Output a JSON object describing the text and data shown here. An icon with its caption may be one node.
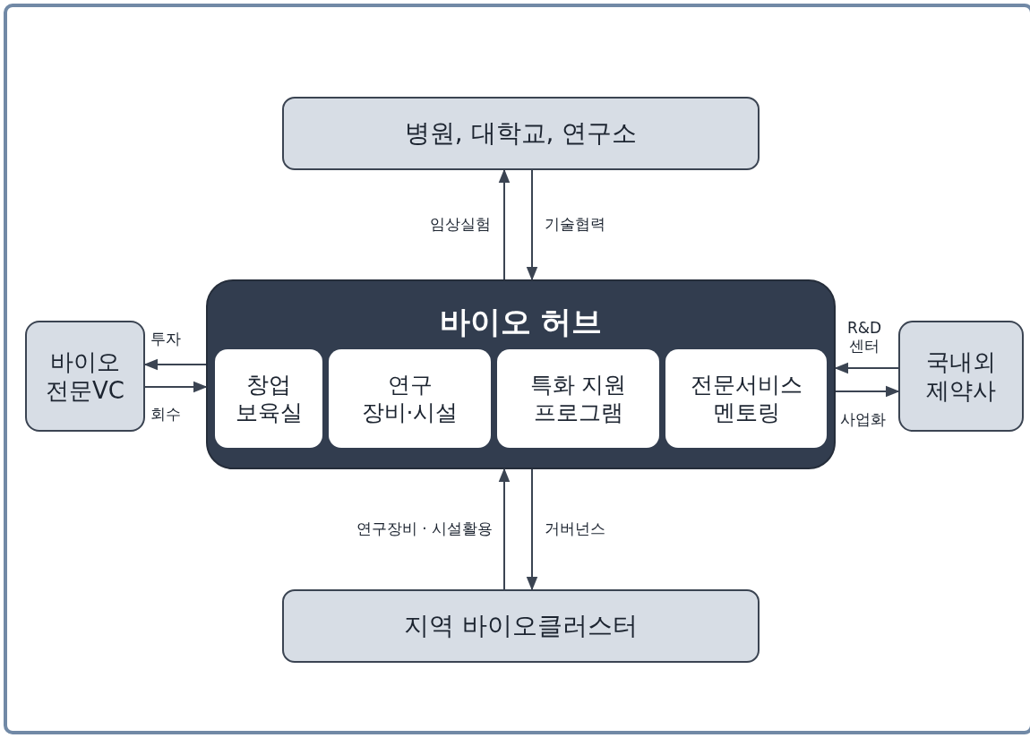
{
  "diagram": {
    "nodes": [
      {
        "text": [
          "병원, 대학교, 연구소"
        ]
      },
      {
        "text": [
          "바이오 허브"
        ]
      },
      {
        "text": [
          "창업 보육실"
        ],
        "in": 1
      },
      {
        "text": [
          "연구 장비·시설"
        ],
        "in": 1
      },
      {
        "text": [
          "특화 지원 프로그램"
        ],
        "in": 1
      },
      {
        "text": [
          "전문서비스 멘토링"
        ],
        "in": 1
      },
      {
        "text": [
          "바이오 전문VC"
        ]
      },
      {
        "text": [
          "국내외 제약사"
        ]
      },
      {
        "text": [
          "지역 바이오클러스터"
        ]
      }
    ],
    "edges": [
      {
        "from": 1,
        "to": 0,
        "arrow": "to",
        "label": "임상실험"
      },
      {
        "from": 0,
        "to": 1,
        "arrow": "to",
        "label": "기술협력"
      },
      {
        "from": 1,
        "to": 6,
        "arrow": "to",
        "label": "투자"
      },
      {
        "from": 6,
        "to": 1,
        "arrow": "to",
        "label": "회수"
      },
      {
        "from": 7,
        "to": 1,
        "arrow": "to",
        "label": "R&D 센터"
      },
      {
        "from": 1,
        "to": 7,
        "arrow": "to",
        "label": "사업화"
      },
      {
        "from": 8,
        "to": 1,
        "arrow": "to",
        "label": "연구장비 · 시설활용"
      },
      {
        "from": 1,
        "to": 8,
        "arrow": "to",
        "label": "거버넌스"
      }
    ]
  }
}
